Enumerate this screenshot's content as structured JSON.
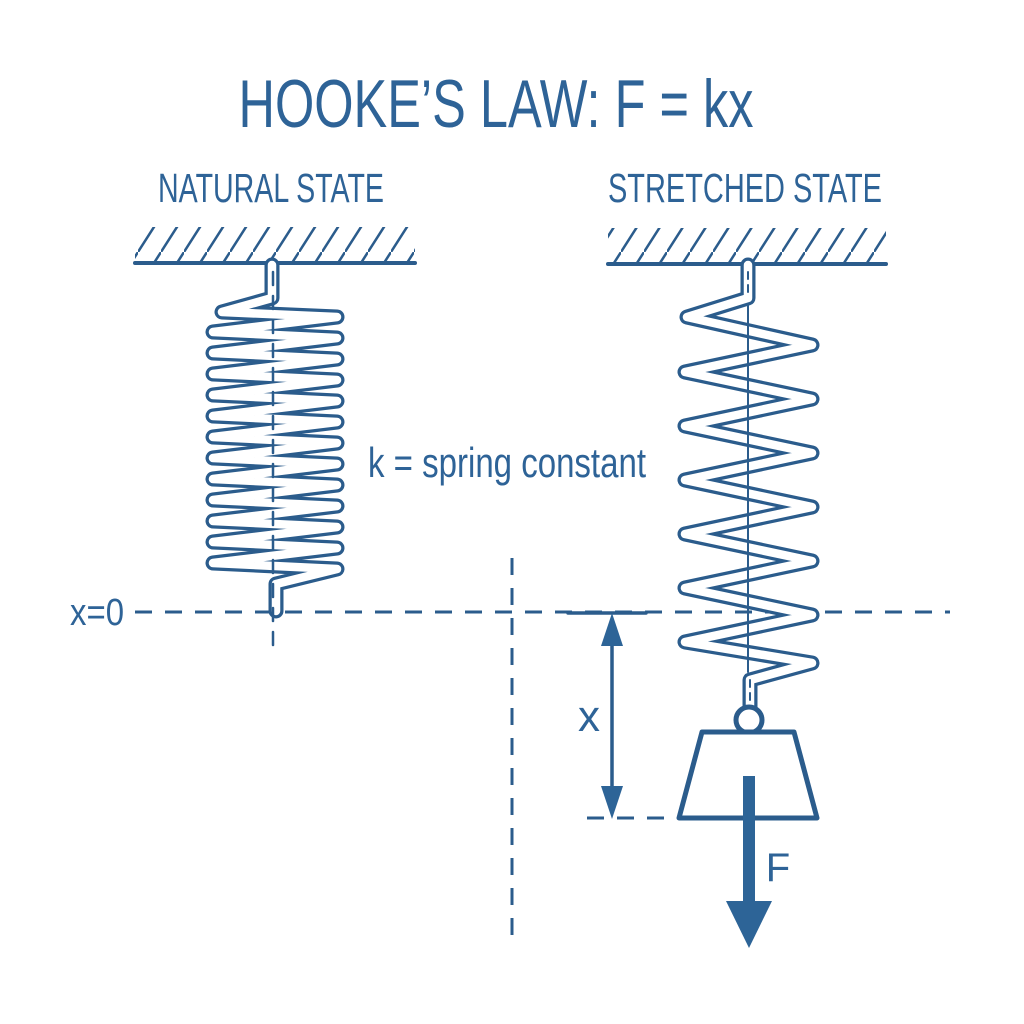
{
  "diagram": {
    "title": "HOOKE’S LAW: F = kx",
    "left_panel": {
      "heading": "NATURAL STATE"
    },
    "right_panel": {
      "heading": "STRETCHED STATE"
    },
    "labels": {
      "spring_constant": "k = spring constant",
      "equilibrium_line": "x=0",
      "displacement": "x",
      "force": "F"
    }
  },
  "shapes": {
    "ceiling": "hatched-ceiling-mount",
    "spring_natural": "coil-spring-compact",
    "spring_stretched": "coil-spring-extended",
    "connector": "hook-and-ring",
    "weight": "trapezoid-mass",
    "force_arrow": "thick-down-arrow",
    "displacement_arrow": "double-headed-vertical-arrow"
  },
  "colors": {
    "ink": "#2e6397",
    "line": "#2b5c8c",
    "arrow": "#2d6497",
    "background": "#ffffff"
  }
}
